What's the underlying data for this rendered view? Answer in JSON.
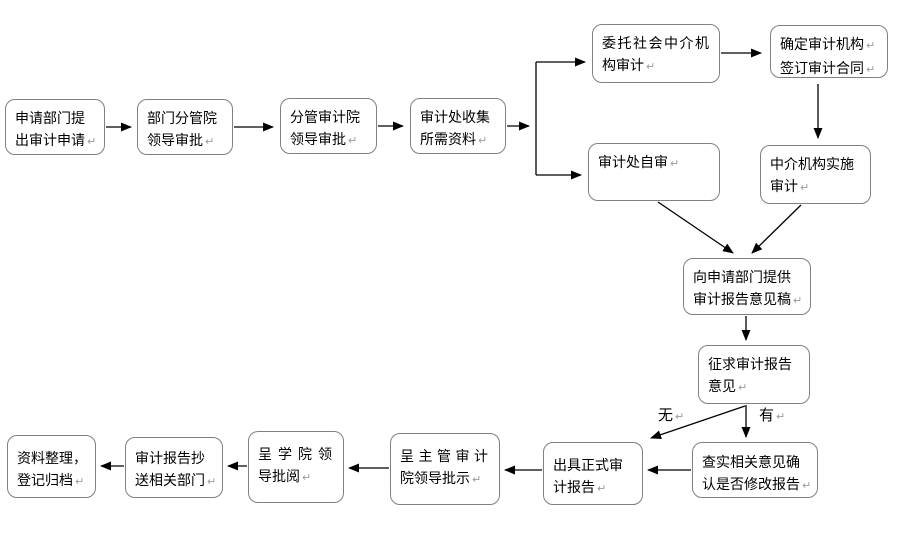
{
  "diagram": {
    "type": "flowchart",
    "language": "zh-CN",
    "colors": {
      "background": "#ffffff",
      "box_border": "#808080",
      "arrow": "#000000",
      "text": "#000000",
      "return_mark": "#9a9a9a"
    },
    "return_mark": "↵",
    "nodes": [
      {
        "id": "apply-audit",
        "lines": [
          "申请部门提",
          "出审计申请"
        ]
      },
      {
        "id": "dept-leader-approve",
        "lines": [
          "部门分管院",
          "领导审批"
        ]
      },
      {
        "id": "audit-branch-leader-approve",
        "lines": [
          "分管审计院",
          "领导审批"
        ]
      },
      {
        "id": "collect-materials",
        "lines": [
          "审计处收集",
          "所需资料"
        ]
      },
      {
        "id": "entrust-agency",
        "lines": [
          "委托社会中介机",
          "构审计"
        ]
      },
      {
        "id": "confirm-agency-contract",
        "lines": [
          "确定审计机构",
          "签订审计合同"
        ]
      },
      {
        "id": "self-audit",
        "lines": [
          "审计处自审"
        ]
      },
      {
        "id": "agency-implement-audit",
        "lines": [
          "中介机构实施",
          "审计"
        ]
      },
      {
        "id": "provide-draft-report",
        "lines": [
          "向申请部门提供",
          "审计报告意见稿"
        ]
      },
      {
        "id": "solicit-report-opinions",
        "lines": [
          "征求审计报告",
          "意见"
        ]
      },
      {
        "id": "verify-opinions",
        "lines": [
          "查实相关意见确",
          "认是否修改报告"
        ]
      },
      {
        "id": "issue-formal-report",
        "lines": [
          "出具正式审",
          "计报告"
        ]
      },
      {
        "id": "submit-chief-audit-leader",
        "lines": [
          "呈主管审计",
          "院领导批示"
        ]
      },
      {
        "id": "submit-college-leader",
        "lines": [
          "呈学院领",
          "导批阅"
        ]
      },
      {
        "id": "copy-to-departments",
        "lines": [
          "审计报告抄",
          "送相关部门"
        ]
      },
      {
        "id": "archive",
        "lines": [
          "资料整理，",
          "登记归档"
        ]
      }
    ],
    "edges": [
      {
        "from": "apply-audit",
        "to": "dept-leader-approve"
      },
      {
        "from": "dept-leader-approve",
        "to": "audit-branch-leader-approve"
      },
      {
        "from": "audit-branch-leader-approve",
        "to": "collect-materials"
      },
      {
        "from": "collect-materials",
        "to": "entrust-agency"
      },
      {
        "from": "collect-materials",
        "to": "self-audit"
      },
      {
        "from": "entrust-agency",
        "to": "confirm-agency-contract"
      },
      {
        "from": "confirm-agency-contract",
        "to": "agency-implement-audit"
      },
      {
        "from": "self-audit",
        "to": "provide-draft-report"
      },
      {
        "from": "agency-implement-audit",
        "to": "provide-draft-report"
      },
      {
        "from": "provide-draft-report",
        "to": "solicit-report-opinions"
      },
      {
        "from": "solicit-report-opinions",
        "to": "verify-opinions",
        "label": "有"
      },
      {
        "from": "solicit-report-opinions",
        "to": "issue-formal-report",
        "label": "无"
      },
      {
        "from": "verify-opinions",
        "to": "issue-formal-report"
      },
      {
        "from": "issue-formal-report",
        "to": "submit-chief-audit-leader"
      },
      {
        "from": "submit-chief-audit-leader",
        "to": "submit-college-leader"
      },
      {
        "from": "submit-college-leader",
        "to": "copy-to-departments"
      },
      {
        "from": "copy-to-departments",
        "to": "archive"
      }
    ]
  }
}
